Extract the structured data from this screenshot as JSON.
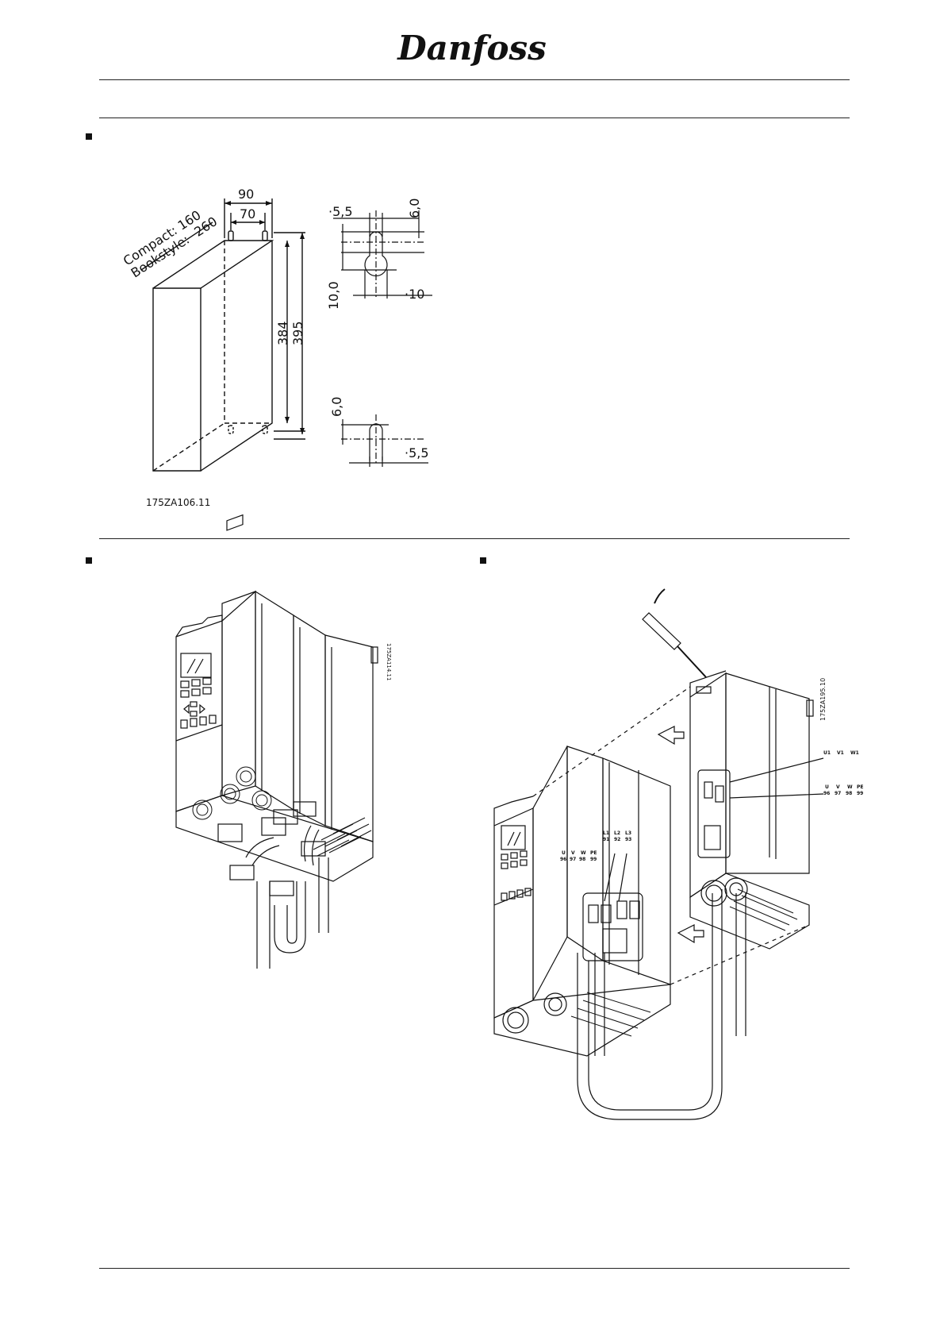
{
  "header": {
    "logo_text": "Danfoss"
  },
  "figure_dimensions": {
    "compact_label": "Compact:",
    "compact_value": "160",
    "bookstyle_label": "Bookstyle:",
    "bookstyle_value": "260",
    "dim_90": "90",
    "dim_70": "70",
    "dim_384": "384",
    "dim_395": "395",
    "hole_top_width": "·5,5",
    "hole_top_height": "6,0",
    "hole_top_spacing": "10,0",
    "hole_top_diameter": "·10",
    "hole_bottom_height": "6,0",
    "hole_bottom_width": "·5,5",
    "figure_code": "175ZA106.11"
  },
  "figure_left": {
    "figure_code": "175ZA114.11"
  },
  "figure_right": {
    "figure_code": "175ZA195.10",
    "motor_terminals_top": [
      "U1",
      "V1",
      "W1"
    ],
    "motor_terminals_bottom_labels": [
      "U",
      "V",
      "W",
      "PE"
    ],
    "motor_terminals_bottom_numbers": [
      "96",
      "97",
      "98",
      "99"
    ],
    "mains_labels": [
      "L1",
      "L2",
      "L3"
    ],
    "mains_numbers": [
      "91",
      "92",
      "93"
    ],
    "motor_labels": [
      "U",
      "V",
      "W",
      "PE"
    ],
    "motor_numbers": [
      "96",
      "97",
      "98",
      "99"
    ]
  }
}
